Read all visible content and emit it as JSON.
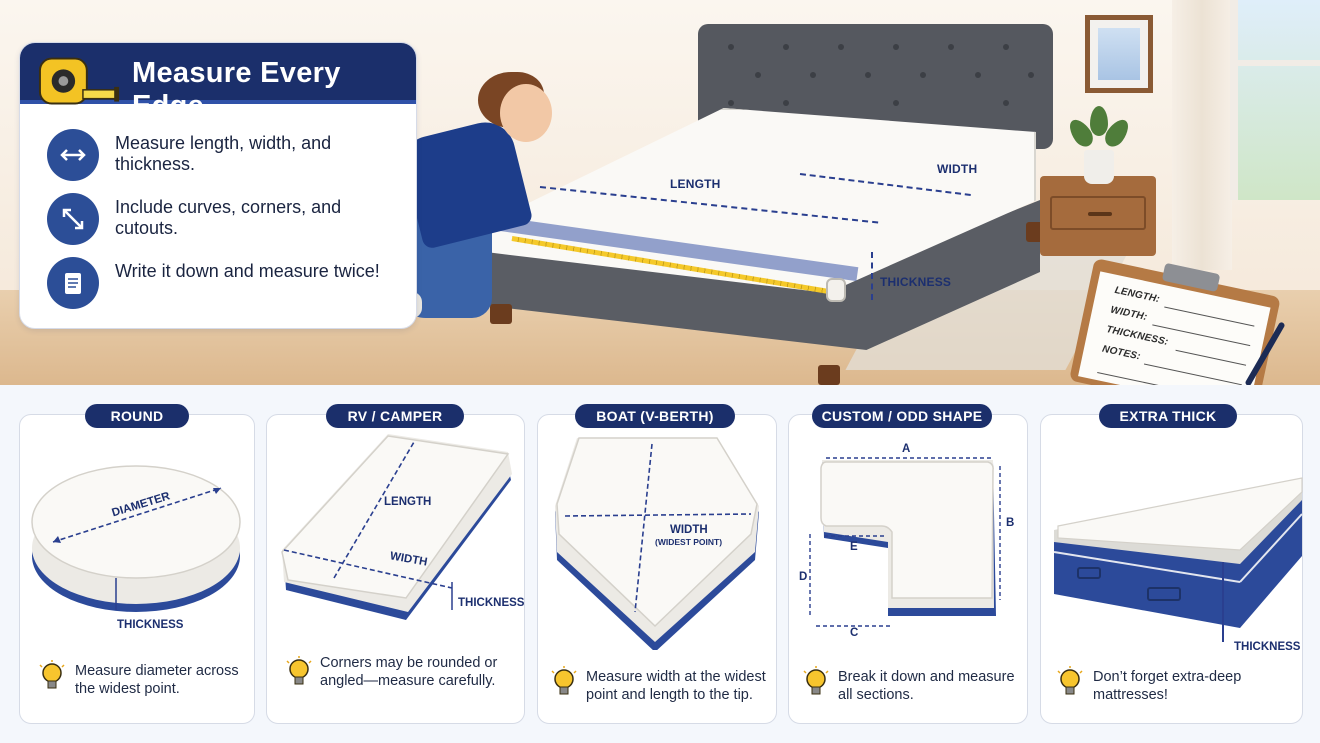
{
  "colors": {
    "navy": "#1b2f6b",
    "accent_blue": "#2c4e97",
    "dim_line": "#2a3f8f",
    "tape_yellow": "#f5c92a",
    "mattress_white": "#faf9f6",
    "card_bg": "#ffffff",
    "section_bg": "#f4f7fc"
  },
  "info_panel": {
    "title": "Measure Every Edge",
    "icon": "tape-measure-icon",
    "items": [
      {
        "icon": "double-arrow-icon",
        "text": "Measure length, width, and thickness."
      },
      {
        "icon": "diagonal-arrow-icon",
        "text": "Include curves, corners, and cutouts."
      },
      {
        "icon": "notepad-icon",
        "text": "Write it down and measure twice!"
      }
    ]
  },
  "scene": {
    "labels": {
      "length": "LENGTH",
      "width": "WIDTH",
      "thickness": "THICKNESS"
    },
    "clipboard": {
      "rows": [
        "LENGTH:",
        "WIDTH:",
        "THICKNESS:",
        "NOTES:"
      ]
    }
  },
  "cards": [
    {
      "title": "ROUND",
      "labels": {
        "diameter": "DIAMETER",
        "thickness": "THICKNESS"
      },
      "note": "Measure diameter across the widest point."
    },
    {
      "title": "RV / CAMPER",
      "labels": {
        "length": "LENGTH",
        "width": "WIDTH",
        "thickness": "THICKNESS"
      },
      "note": "Corners may be rounded or angled—measure carefully."
    },
    {
      "title": "BOAT (V-BERTH)",
      "labels": {
        "width": "WIDTH",
        "width_sub": "(WIDEST POINT)"
      },
      "note": "Measure width at the widest point and length to the tip."
    },
    {
      "title": "CUSTOM / ODD SHAPE",
      "labels": {
        "a": "A",
        "b": "B",
        "c": "C",
        "d": "D",
        "e": "E"
      },
      "note": "Break it down and measure all sections."
    },
    {
      "title": "EXTRA THICK",
      "labels": {
        "thickness": "THICKNESS"
      },
      "note": "Don’t forget extra-deep mattresses!"
    }
  ]
}
